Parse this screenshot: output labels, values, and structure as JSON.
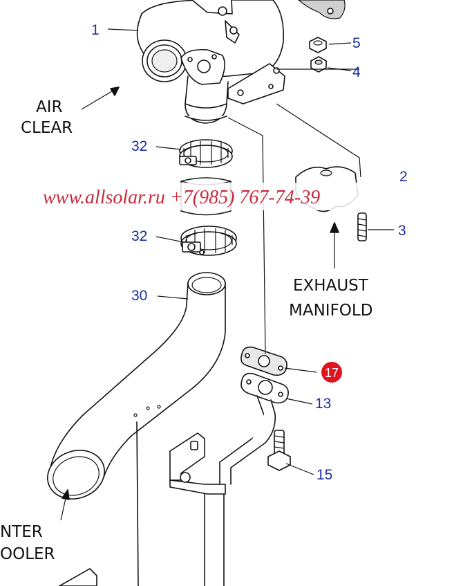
{
  "callouts": {
    "c1": "1",
    "c2": "2",
    "c3": "3",
    "c4": "4",
    "c5": "5",
    "c13": "13",
    "c15": "15",
    "c17": "17",
    "c30": "30",
    "c32a": "32",
    "c32b": "32"
  },
  "labels": {
    "air_line1": "AIR",
    "air_line2": "CLEAR",
    "exhaust_line1": "EXHAUST",
    "exhaust_line2": "MANIFOLD",
    "inter_line1": "NTER",
    "inter_line2": "OOLER"
  },
  "watermark": "www.allsolar.ru +7(985) 767-74-39",
  "colors": {
    "callout": "#1a2f9e",
    "highlight": "#e0141e",
    "watermark": "#c8283a"
  }
}
